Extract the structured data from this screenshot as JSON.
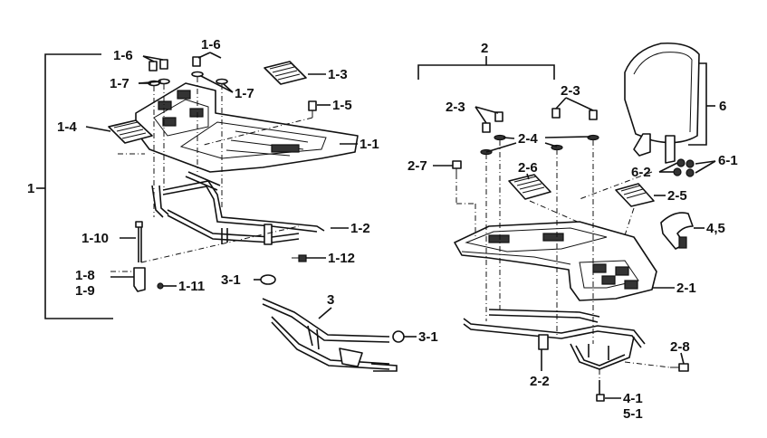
{
  "labels": {
    "l_1": "1",
    "l_1_1": "1-1",
    "l_1_2": "1-2",
    "l_1_3": "1-3",
    "l_1_4": "1-4",
    "l_1_5": "1-5",
    "l_1_6a": "1-6",
    "l_1_6b": "1-6",
    "l_1_7a": "1-7",
    "l_1_7b": "1-7",
    "l_1_8": "1-8",
    "l_1_9": "1-9",
    "l_1_10": "1-10",
    "l_1_11": "1-11",
    "l_1_12": "1-12",
    "l_2": "2",
    "l_2_1": "2-1",
    "l_2_2": "2-2",
    "l_2_3a": "2-3",
    "l_2_3b": "2-3",
    "l_2_4": "2-4",
    "l_2_5": "2-5",
    "l_2_6": "2-6",
    "l_2_7": "2-7",
    "l_2_8": "2-8",
    "l_3": "3",
    "l_3_1a": "3-1",
    "l_3_1b": "3-1",
    "l_4_5": "4,5",
    "l_4_1": "4-1",
    "l_5_1": "5-1",
    "l_6": "6",
    "l_6_1": "6-1",
    "l_6_2": "6-2"
  }
}
